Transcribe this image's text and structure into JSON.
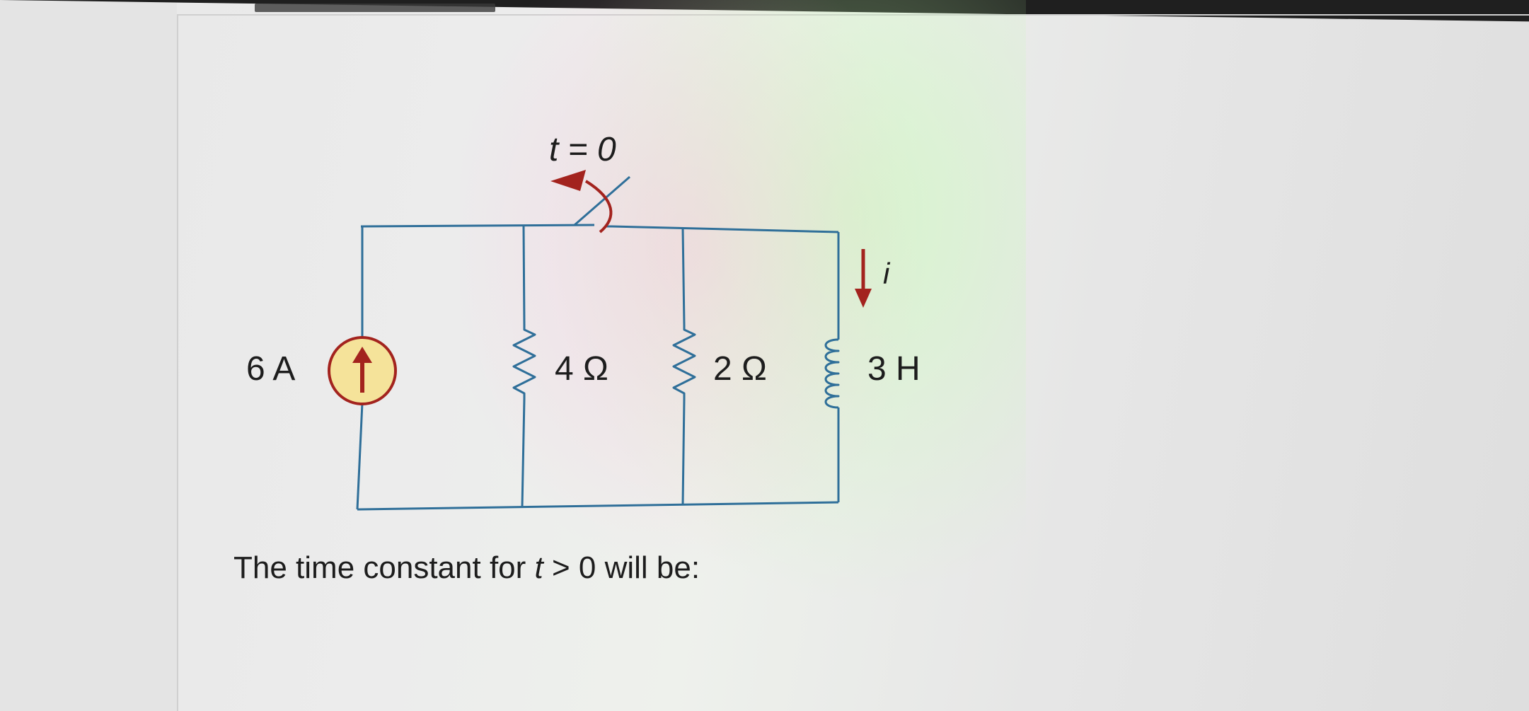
{
  "circuit": {
    "switch_label": "t = 0",
    "current_source_label": "6 A",
    "resistor1_label": "4 Ω",
    "resistor2_label": "2 Ω",
    "inductor_label": "3 H",
    "current_label": "i",
    "wire_color": "#2f6f99",
    "arrow_color": "#a3231e",
    "source_fill": "#f5e39a"
  },
  "question": {
    "text_prefix": "The time constant for ",
    "variable": "t",
    "text_suffix": " > 0 will be:"
  }
}
